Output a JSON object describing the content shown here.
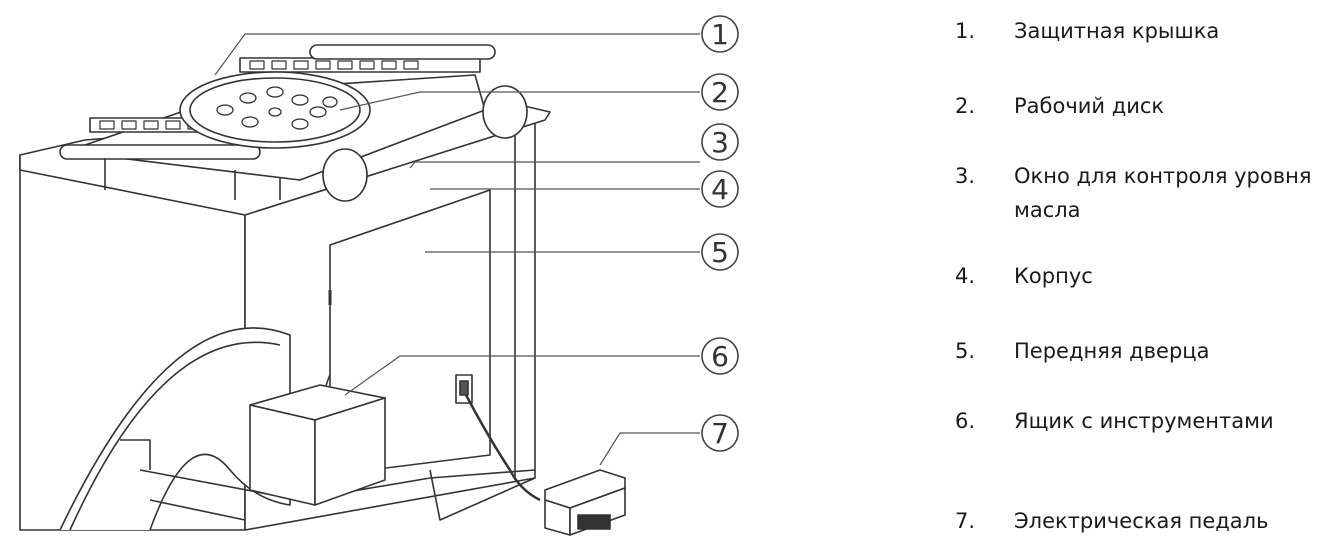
{
  "diagram": {
    "callouts": [
      "1",
      "2",
      "3",
      "4",
      "5",
      "6",
      "7"
    ]
  },
  "legend": {
    "items": [
      {
        "num": "1.",
        "text": "Защитная крышка"
      },
      {
        "num": "2.",
        "text": "Рабочий диск"
      },
      {
        "num": "3.",
        "text": "Окно для контроля уровня масла"
      },
      {
        "num": "4.",
        "text": "Корпус"
      },
      {
        "num": "5.",
        "text": "Передняя дверца"
      },
      {
        "num": "6.",
        "text": "Ящик с инструментами"
      },
      {
        "num": "7.",
        "text": "Электрическая педаль"
      }
    ]
  }
}
